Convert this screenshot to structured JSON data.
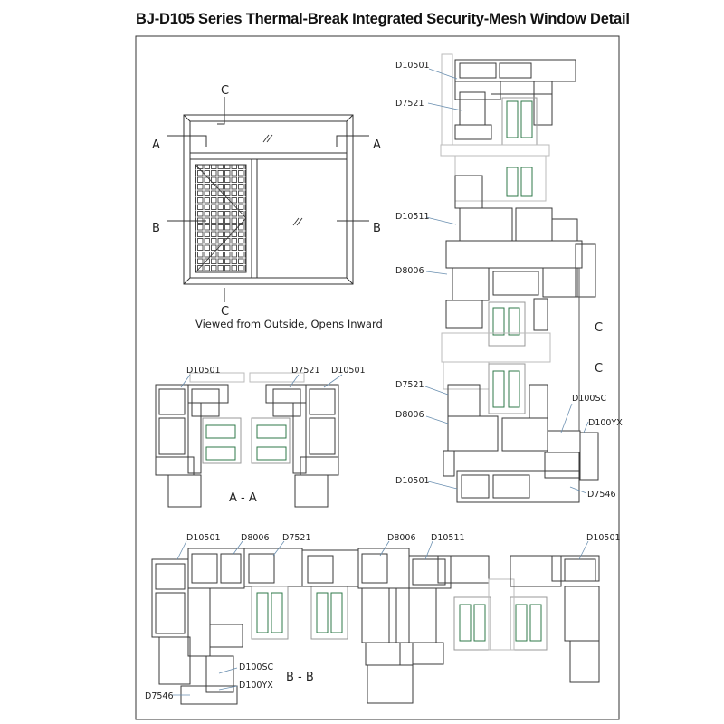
{
  "title": "BJ-D105 Series Thermal-Break Integrated Security-Mesh Window Detail",
  "elevation": {
    "caption": "Viewed from Outside, Opens Inward",
    "section_marks": {
      "a": "A",
      "b": "B",
      "c": "C"
    }
  },
  "sections": {
    "aa": {
      "caption": "A - A"
    },
    "bb": {
      "caption": "B - B"
    },
    "cc": {
      "caption_top": "C",
      "caption_bottom": "C"
    }
  },
  "labels": {
    "d10501": "D10501",
    "d7521": "D7521",
    "d10511": "D10511",
    "d8006": "D8006",
    "d100sc": "D100SC",
    "d100yx": "D100YX",
    "d7546": "D7546"
  },
  "colors": {
    "line": "#3a3a3a",
    "glass": "#2f7a4a",
    "leader": "#6a8fb0"
  }
}
